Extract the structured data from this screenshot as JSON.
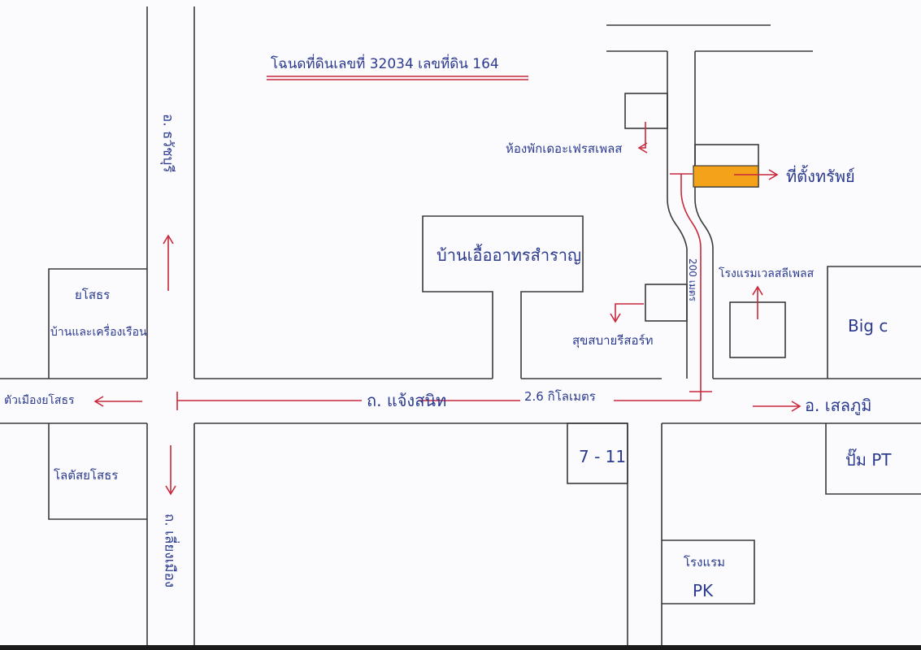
{
  "title": "โฉนดที่ดินเลขที่ 32034 เลขที่ดิน 164",
  "roads": {
    "main_road": "ถ. แจ้งสนิท",
    "distance": "2.6 กิโลเมตร",
    "left_up_road": "อ. ธวัชบุรี",
    "left_down_road": "ถ. เลี่ยงเมือง",
    "side_road_distance": "200 เมตร",
    "to_east": "อ. เสลภูมิ",
    "to_west": "ตัวเมืองยโสธร"
  },
  "places": {
    "property": "ที่ตั้งทรัพย์",
    "dormitory": "ห้องพักเดอะเฟรสเพลส",
    "school": "บ้านเอื้ออาทรสำราญ",
    "resort": "สุขสบายรีสอร์ท",
    "hotel_wellness": "โรงแรมเวลสลีเพลส",
    "bigc": "Big c",
    "store_7_11": "7 - 11",
    "pt_station": "ปั๊ม PT",
    "yasothon_home_1": "ยโสธร",
    "yasothon_home_2": "บ้านและเครื่องเรือน",
    "lotus": "โลตัสยโสธร",
    "pk_hotel_1": "โรงแรม",
    "pk_hotel_2": "PK"
  },
  "colors": {
    "ink": "#2b3a8f",
    "arrow": "#c8283c",
    "property_fill": "#f5a21b",
    "lines": "#3a3a3a"
  }
}
